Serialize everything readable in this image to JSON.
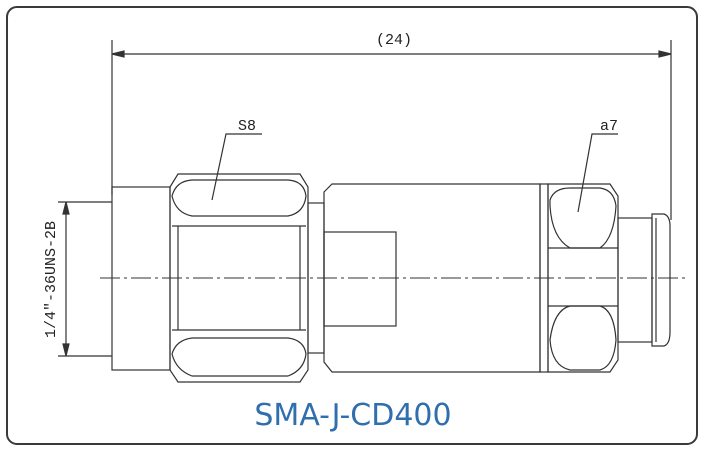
{
  "drawing": {
    "overall_length_label": "(24)",
    "hex_label": "S8",
    "nut_label": "a7",
    "thread_label": "1/4\"-36UNS-2B"
  },
  "caption": "SMA-J-CD400",
  "colors": {
    "line": "#333333",
    "frame": "#3a3a3a",
    "caption": "#2f6fae"
  }
}
